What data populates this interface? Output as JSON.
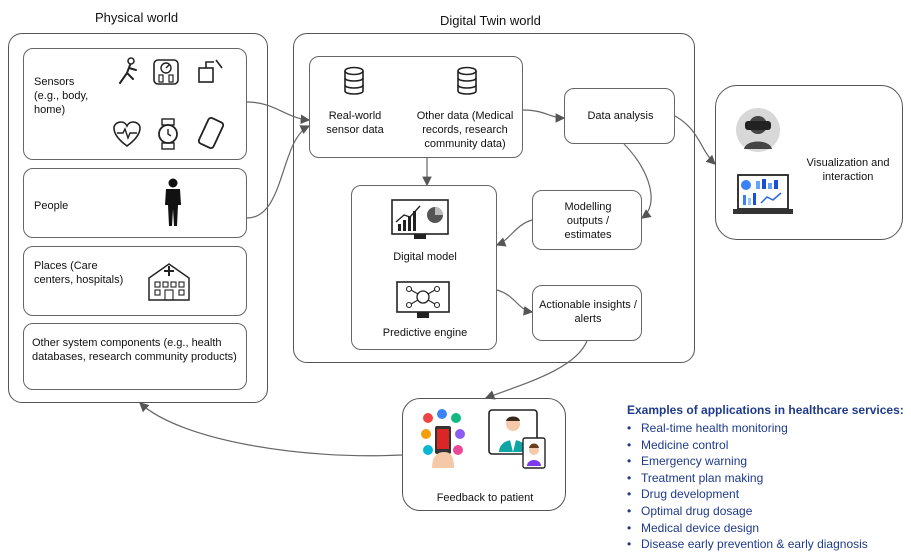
{
  "titles": {
    "physical": "Physical world",
    "digital": "Digital Twin world"
  },
  "physical": {
    "sensors": "Sensors (e.g., body, home)",
    "people": "People",
    "places": "Places (Care centers, hospitals)",
    "other": "Other system components (e.g., health databases, research community products)"
  },
  "digital": {
    "realworld": "Real-world sensor data",
    "otherdata": "Other data (Medical records, research community data)",
    "analysis": "Data analysis",
    "digital_model": "Digital model",
    "predictive": "Predictive engine",
    "modelling": "Modelling outputs / estimates",
    "actionable": "Actionable insights / alerts"
  },
  "visualization": "Visualization and interaction",
  "feedback": "Feedback to patient",
  "applications": {
    "title": "Examples of applications in healthcare services:",
    "items": [
      "Real-time health monitoring",
      "Medicine control",
      "Emergency warning",
      "Treatment plan making",
      "Drug development",
      "Optimal drug dosage",
      "Medical device design",
      "Disease early prevention & early diagnosis"
    ]
  },
  "colors": {
    "applications_text": "#1f3a8a",
    "border": "#555555"
  }
}
